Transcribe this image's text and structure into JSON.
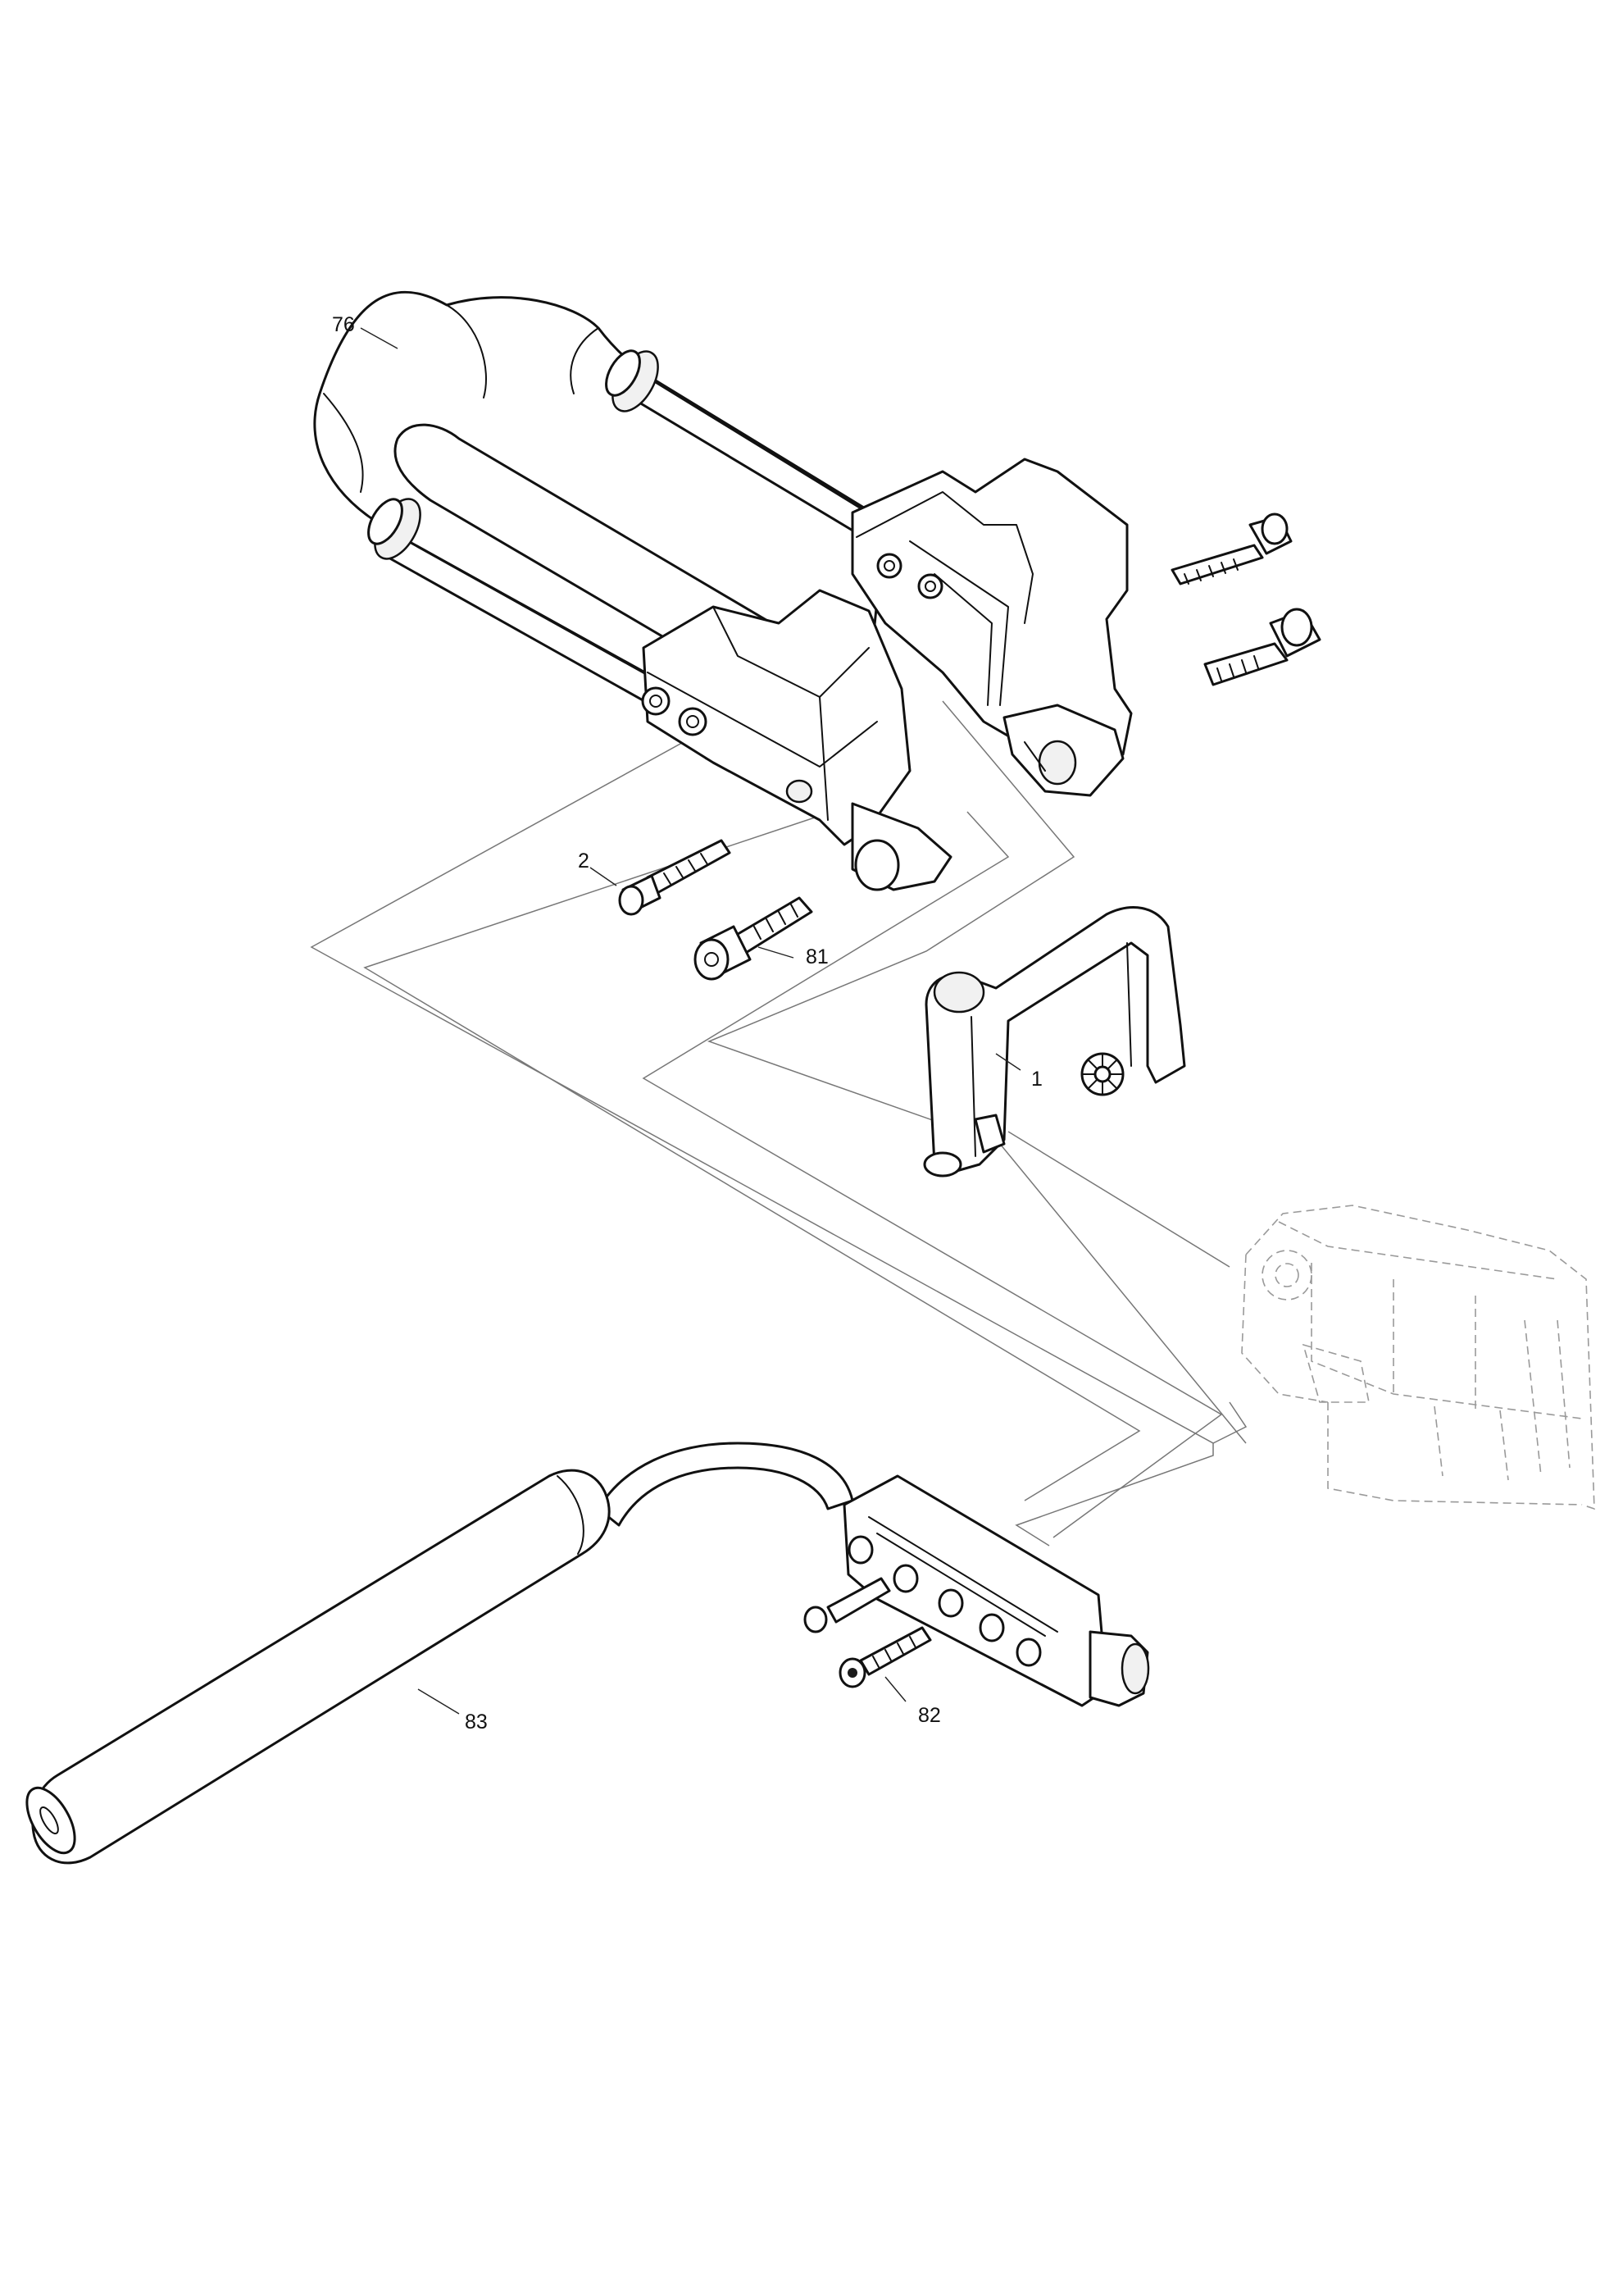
{
  "diagram": {
    "callouts": {
      "p76": "76",
      "p2": "2",
      "p81": "81",
      "p1": "1",
      "p83": "83",
      "p82": "82"
    }
  }
}
